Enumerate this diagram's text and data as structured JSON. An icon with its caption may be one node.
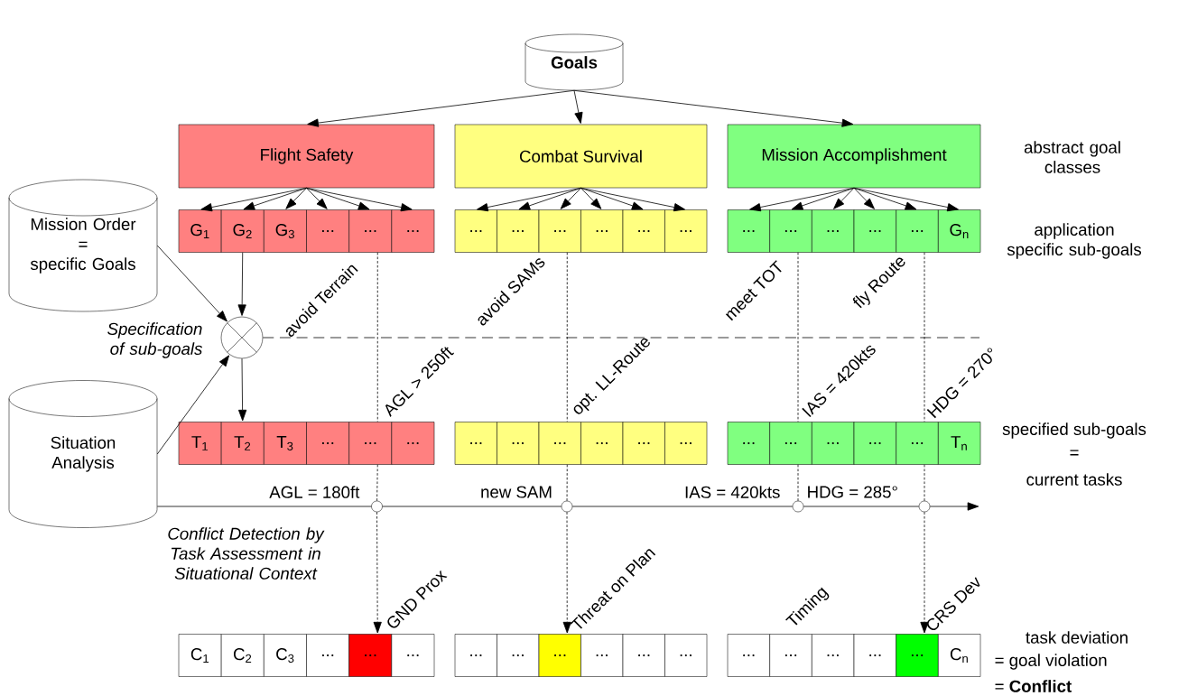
{
  "diagram": {
    "nodes": [
      {
        "text": [
          "Goals"
        ]
      },
      {
        "text": [
          "Flight Safety"
        ]
      },
      {
        "text": [
          "Combat Survival"
        ]
      },
      {
        "text": [
          "Mission Accomplishment"
        ]
      },
      {
        "text": [
          "G$_{1}$"
        ]
      },
      {
        "text": [
          "G$_{2}$"
        ]
      },
      {
        "text": [
          "G$_{3}$"
        ]
      },
      {
        "text": [
          "..."
        ]
      },
      {
        "text": [
          "..."
        ]
      },
      {
        "text": [
          "..."
        ]
      },
      {
        "text": [
          "..."
        ]
      },
      {
        "text": [
          "..."
        ]
      },
      {
        "text": [
          "..."
        ]
      },
      {
        "text": [
          "..."
        ]
      },
      {
        "text": [
          "..."
        ]
      },
      {
        "text": [
          "..."
        ]
      },
      {
        "text": [
          "..."
        ]
      },
      {
        "text": [
          "..."
        ]
      },
      {
        "text": [
          "..."
        ]
      },
      {
        "text": [
          "..."
        ]
      },
      {
        "text": [
          "..."
        ]
      },
      {
        "text": [
          "G$_{n}$"
        ]
      },
      {
        "text": [
          "Mission Order",
          "=",
          "specific Goals"
        ]
      },
      {
        "text": [
          "Situation Analysis"
        ]
      },
      {
        "text": [],
        "shape": "circle"
      },
      {
        "text": [
          "T$_{1}$"
        ]
      },
      {
        "text": [
          "T$_{2}$"
        ]
      },
      {
        "text": [
          "T$_{3}$"
        ]
      },
      {
        "text": [
          "..."
        ]
      },
      {
        "text": [
          "..."
        ]
      },
      {
        "text": [
          "..."
        ]
      },
      {
        "text": [
          "..."
        ]
      },
      {
        "text": [
          "..."
        ]
      },
      {
        "text": [
          "..."
        ]
      },
      {
        "text": [
          "..."
        ]
      },
      {
        "text": [
          "..."
        ]
      },
      {
        "text": [
          "..."
        ]
      },
      {
        "text": [
          "..."
        ]
      },
      {
        "text": [
          "..."
        ]
      },
      {
        "text": [
          "..."
        ]
      },
      {
        "text": [
          "..."
        ]
      },
      {
        "text": [
          "..."
        ]
      },
      {
        "text": [
          "T$_{n}$"
        ]
      },
      {
        "text": [],
        "shape": "circle"
      },
      {
        "text": [],
        "shape": "circle"
      },
      {
        "text": [],
        "shape": "circle"
      },
      {
        "text": [],
        "shape": "circle"
      },
      {
        "text": [
          "C$_{1}$"
        ]
      },
      {
        "text": [
          "C$_{2}$"
        ]
      },
      {
        "text": [
          "C$_{3}$"
        ]
      },
      {
        "text": [
          "..."
        ]
      },
      {
        "text": [
          "..."
        ]
      },
      {
        "text": [
          "..."
        ]
      },
      {
        "text": [
          "..."
        ]
      },
      {
        "text": [
          "..."
        ]
      },
      {
        "text": [
          "..."
        ]
      },
      {
        "text": [
          "..."
        ]
      },
      {
        "text": [
          "..."
        ]
      },
      {
        "text": [
          "..."
        ]
      },
      {
        "text": [
          "..."
        ]
      },
      {
        "text": [
          "..."
        ]
      },
      {
        "text": [
          "..."
        ]
      },
      {
        "text": [
          "..."
        ]
      },
      {
        "text": [
          "..."
        ]
      },
      {
        "text": [
          "C$_{n}$"
        ]
      }
    ],
    "edges": [
      {
        "from": 0,
        "to": 1,
        "arrow": "to"
      },
      {
        "from": 0,
        "to": 2,
        "arrow": "to"
      },
      {
        "from": 0,
        "to": 3,
        "arrow": "to"
      },
      {
        "from": 1,
        "to": 4,
        "arrow": "to"
      },
      {
        "from": 1,
        "to": 5,
        "arrow": "to"
      },
      {
        "from": 1,
        "to": 6,
        "arrow": "to"
      },
      {
        "from": 1,
        "to": 7,
        "arrow": "to"
      },
      {
        "from": 1,
        "to": 8,
        "arrow": "to"
      },
      {
        "from": 1,
        "to": 9,
        "arrow": "to"
      },
      {
        "from": 2,
        "to": 10,
        "arrow": "to"
      },
      {
        "from": 2,
        "to": 11,
        "arrow": "to"
      },
      {
        "from": 2,
        "to": 12,
        "arrow": "to"
      },
      {
        "from": 2,
        "to": 13,
        "arrow": "to"
      },
      {
        "from": 2,
        "to": 14,
        "arrow": "to"
      },
      {
        "from": 2,
        "to": 15,
        "arrow": "to"
      },
      {
        "from": 3,
        "to": 16,
        "arrow": "to"
      },
      {
        "from": 3,
        "to": 17,
        "arrow": "to"
      },
      {
        "from": 3,
        "to": 18,
        "arrow": "to"
      },
      {
        "from": 3,
        "to": 19,
        "arrow": "to"
      },
      {
        "from": 3,
        "to": 20,
        "arrow": "to"
      },
      {
        "from": 3,
        "to": 21,
        "arrow": "to"
      },
      {
        "from": 5,
        "to": 24,
        "arrow": "to"
      },
      {
        "from": 22,
        "to": 24,
        "arrow": "to"
      },
      {
        "from": 23,
        "to": 24,
        "arrow": "to"
      },
      {
        "from": 24,
        "to": 26,
        "arrow": "to"
      },
      {
        "from": 24,
        "to": null,
        "arrow": "none",
        "style": "dashed"
      },
      {
        "from": 23,
        "to": 43,
        "arrow": "none"
      },
      {
        "from": 43,
        "to": 44,
        "arrow": "none"
      },
      {
        "from": 44,
        "to": 45,
        "arrow": "none"
      },
      {
        "from": 45,
        "to": 46,
        "arrow": "none"
      },
      {
        "from": 46,
        "to": null,
        "arrow": "to"
      },
      {
        "from": 8,
        "to": 29,
        "arrow": "none",
        "style": "dashed"
      },
      {
        "from": 29,
        "to": 43,
        "arrow": "none",
        "style": "dashed"
      },
      {
        "from": 43,
        "to": 51,
        "arrow": "to",
        "style": "dashed"
      },
      {
        "from": 12,
        "to": 33,
        "arrow": "none",
        "style": "dashed"
      },
      {
        "from": 33,
        "to": 44,
        "arrow": "none",
        "style": "dashed"
      },
      {
        "from": 44,
        "to": 55,
        "arrow": "to",
        "style": "dashed"
      },
      {
        "from": 17,
        "to": 38,
        "arrow": "none",
        "style": "dashed"
      },
      {
        "from": 38,
        "to": 45,
        "arrow": "none",
        "style": "dashed"
      },
      {
        "from": 20,
        "to": 41,
        "arrow": "none",
        "style": "dashed"
      },
      {
        "from": 41,
        "to": 46,
        "arrow": "none",
        "style": "dashed"
      },
      {
        "from": 46,
        "to": 63,
        "arrow": "to",
        "style": "dashed"
      }
    ],
    "labels": [
      "abstract goal classes",
      "application specific sub-goals",
      "avoid Terrain",
      "avoid SAMs",
      "meet TOT",
      "fly Route",
      "Specification of sub-goals",
      "AGL > 250ft",
      "opt. LL-Route",
      "IAS = 420kts",
      "HDG = 270°",
      "specified sub-goals",
      "=",
      "current tasks",
      "AGL = 180ft",
      "new SAM",
      "IAS = 420kts",
      "HDG = 285°",
      "Conflict Detection by Task Assessment in Situational Context",
      "GND Prox",
      "Threat on Plan",
      "Timing",
      "CRS Dev",
      "task deviation",
      "= goal violation",
      "= **Conflict**"
    ]
  }
}
